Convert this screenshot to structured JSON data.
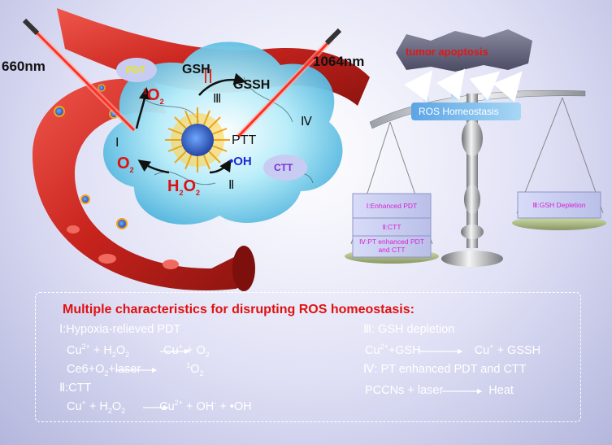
{
  "labels": {
    "wavelength_left": "660nm",
    "wavelength_right": "1064nm",
    "pdt": "PDT",
    "ctt": "CTT",
    "gsh": "GSH",
    "gssh": "GSSH",
    "step_i": "Ⅰ",
    "step_ii": "Ⅱ",
    "step_iii": "Ⅲ",
    "step_iv": "Ⅳ",
    "ptt": "PTT",
    "singlet_o2_sup": "1",
    "singlet_o2": "O",
    "singlet_o2_sub": "2",
    "o2": "O",
    "o2_sub": "2",
    "h2o2_a": "H",
    "h2o2_sub1": "2",
    "h2o2_b": "O",
    "h2o2_sub2": "2",
    "oh": "•OH",
    "tumor_apoptosis": "tumor apoptosis",
    "ros_homeostasis": "ROS Homeostasis",
    "weight_1": "Ⅰ:Enhanced PDT",
    "weight_2": "Ⅱ:CTT",
    "weight_3": "Ⅳ:PT enhanced PDT and CTT",
    "weight_right": "Ⅲ:GSH Depletion"
  },
  "panel": {
    "title": "Multiple characteristics for disrupting ROS homeostasis:",
    "left": {
      "h1": "Ⅰ:Hypoxia-relieved  PDT",
      "eq1": {
        "a": "Cu",
        "a_sup": "2+",
        "b": " + H",
        "b_sub": "2",
        "c": "O",
        "c_sub": "2",
        "d": "Cu",
        "d_sup": "+",
        "e": " + O",
        "e_sub": "2"
      },
      "eq2": {
        "a": "Ce6+O",
        "a_sub": "2",
        "b": "+laser",
        "c_sup": "1",
        "c": "O",
        "c_sub": "2"
      },
      "h2": "Ⅱ:CTT",
      "eq3": {
        "a": "Cu",
        "a_sup": "+",
        "b": " + H",
        "b_sub": "2",
        "c": "O",
        "c_sub": "2",
        "d": "Cu",
        "d_sup": "2+",
        "e": " + OH",
        "e_sup": "-",
        "f": " + •OH"
      }
    },
    "right": {
      "h3": "Ⅲ: GSH depletion",
      "eq4": {
        "a": "Cu",
        "a_sup": "2+",
        "b": "+GSH",
        "c": "Cu",
        "c_sup": "+",
        "d": " + GSSH"
      },
      "h4": "Ⅳ: PT enhanced PDT and CTT",
      "eq5": {
        "a": "PCCNs + laser",
        "b": "Heat"
      }
    }
  },
  "colors": {
    "vessel": "#d8322a",
    "tumor": "#8fd8f0",
    "laser": "#ff4a3a",
    "cloud": "#c9ccf2",
    "accent_red": "#e01010",
    "weight_text": "#d61fd6"
  }
}
